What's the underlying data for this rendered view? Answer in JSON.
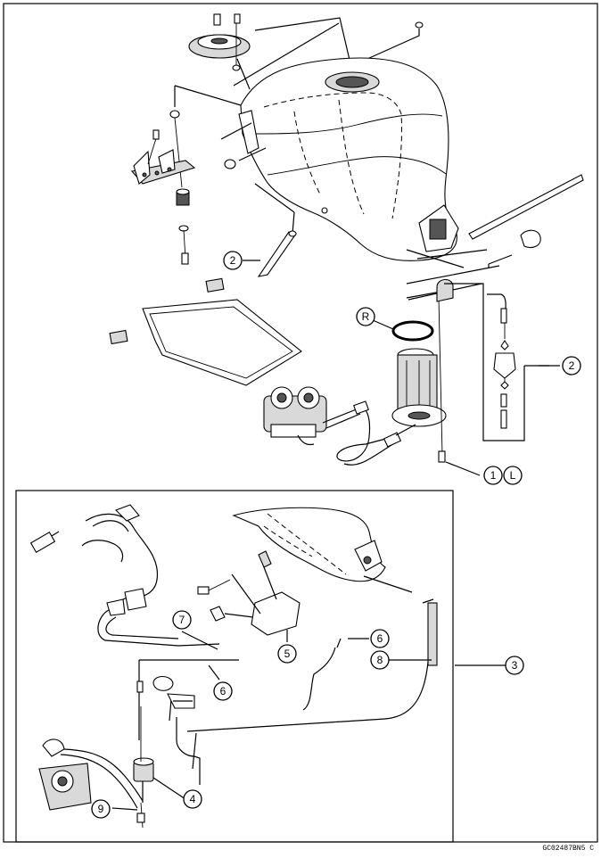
{
  "callouts": {
    "c1": "1",
    "cL": "L",
    "c2a": "2",
    "c2b": "2",
    "c3": "3",
    "c4": "4",
    "c5": "5",
    "c6a": "6",
    "c6b": "6",
    "c7": "7",
    "c8": "8",
    "c9": "9",
    "cR": "R"
  },
  "figure_code": "GC02487BN5 C"
}
